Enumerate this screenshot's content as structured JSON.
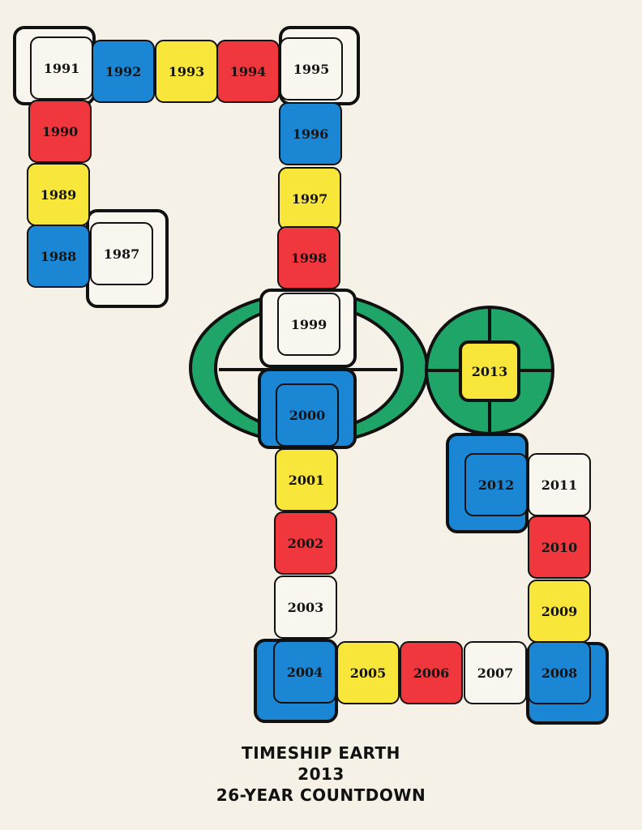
{
  "colors": {
    "blue": "#1a86d4",
    "yellow": "#f8e63a",
    "red": "#f0373d",
    "white": "#f9f6ef",
    "green": "#1fa567",
    "stroke": "#111111",
    "background": "#f6f1e7"
  },
  "tiles": [
    {
      "year": "1987",
      "color": "white",
      "marker": "double-frame"
    },
    {
      "year": "1988",
      "color": "blue"
    },
    {
      "year": "1989",
      "color": "yellow"
    },
    {
      "year": "1990",
      "color": "red"
    },
    {
      "year": "1991",
      "color": "white",
      "marker": "double-frame"
    },
    {
      "year": "1992",
      "color": "blue"
    },
    {
      "year": "1993",
      "color": "yellow"
    },
    {
      "year": "1994",
      "color": "red"
    },
    {
      "year": "1995",
      "color": "white",
      "marker": "double-frame"
    },
    {
      "year": "1996",
      "color": "blue"
    },
    {
      "year": "1997",
      "color": "yellow"
    },
    {
      "year": "1998",
      "color": "red"
    },
    {
      "year": "1999",
      "color": "white",
      "marker": "double-frame"
    },
    {
      "year": "2000",
      "color": "blue",
      "marker": "double-frame"
    },
    {
      "year": "2001",
      "color": "yellow"
    },
    {
      "year": "2002",
      "color": "red"
    },
    {
      "year": "2003",
      "color": "white"
    },
    {
      "year": "2004",
      "color": "blue",
      "marker": "double-frame"
    },
    {
      "year": "2005",
      "color": "yellow"
    },
    {
      "year": "2006",
      "color": "red"
    },
    {
      "year": "2007",
      "color": "white"
    },
    {
      "year": "2008",
      "color": "blue",
      "marker": "double-frame"
    },
    {
      "year": "2009",
      "color": "yellow"
    },
    {
      "year": "2010",
      "color": "red"
    },
    {
      "year": "2011",
      "color": "white"
    },
    {
      "year": "2012",
      "color": "blue",
      "marker": "double-frame"
    },
    {
      "year": "2013",
      "color": "yellow",
      "marker": "target-circle"
    }
  ],
  "caption": {
    "line1": "TIMESHIP EARTH",
    "line2": "2013",
    "line3": "26-YEAR COUNTDOWN"
  }
}
